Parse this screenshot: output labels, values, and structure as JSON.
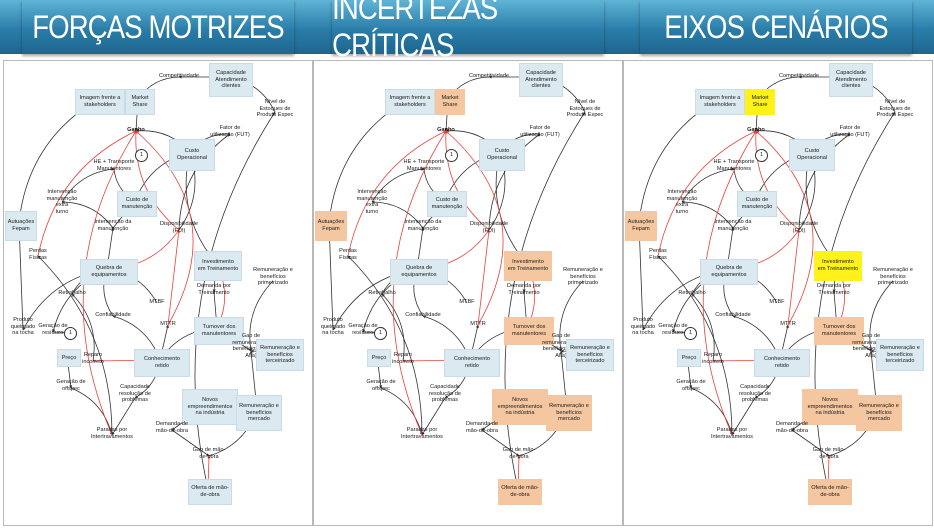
{
  "headers": [
    "FORÇAS MOTRIZES",
    "INCERTEZAS CRÍTICAS",
    "EIXOS CENÁRIOS"
  ],
  "colors": {
    "header": "#2a7da8",
    "box_default": "#dbe9f1",
    "box_uncertainty": "#f5c7a0",
    "box_axis": "#fff21a",
    "arrow_dark": "#333333",
    "arrow_red": "#e8423c"
  },
  "labels": {
    "competitividade": "Competitividade",
    "capacidade": "Capacidade\nAtendimento\nclientes",
    "imagem": "Imagem frente a\nstakeholders",
    "market": "Market\nShare",
    "nivel": "Nível de\nEstoques de\nProduto Espec",
    "ganho": "Ganho",
    "fator": "Fator de\nutilização (FUT)",
    "b1": "1",
    "custo": "Custo\nOperacional",
    "he": "HE + Transporte\nManutentores",
    "intervencao_extra": "Intervenção\nmanutenção extra\nturno",
    "custo_manut": "Custo de\nmanutenção",
    "autuacoes": "Autuações\nFepam",
    "intervencao_manut": "Intervenção da\nmanutenção",
    "disponibilidade": "Disponibilidade\n(FDI)",
    "perdas": "Perdas\nFísicas",
    "quebra": "Quebra de\nequipamentos",
    "investimento": "Investimento\nem Treinamento",
    "remun_primeirizado": "Remuneração e\nbenefícios\nprimeirizado",
    "retrabalho": "Retrabalho",
    "demanda_trein": "Demanda por\nTreinamento",
    "mtbf": "MTBF",
    "produto_queimado": "Produto\nqueimado\nna tocha",
    "geracao_residuos": "Geração de\nresíduos",
    "b2": "1",
    "confiabilidade": "Confiabilidade",
    "mttr": "MTTR",
    "turnover": "Turnover dos\nmanutentores",
    "gap_remun": "Gap de\nremuneração e\nbenefícios (em\nAlta)",
    "remun_terceirizado": "Remuneração e\nbenefícios\nterceirizado",
    "preco": "Preço",
    "reparo": "Reparo\nincorreto",
    "conhecimento": "Conhecimento\nretido",
    "geracao_offspec": "Geração de\noffspec",
    "capacidade_resolucao": "Capacidade\nresolução de\nproblemas",
    "novos": "Novos\nempreendimentos\nna indústria",
    "remun_mercado": "Remuneração e\nbenefícios\nmercado",
    "paradas": "Paradas por\nIntertravamentos",
    "demanda_mao": "Demanda de\nmão-de-obra",
    "gap_mao": "Gap de mão-\nde-obra",
    "oferta": "Oferta de mão-\nde-obra"
  },
  "panels": [
    {
      "name": "forcas-motrizes",
      "highlights": {}
    },
    {
      "name": "incertezas-criticas",
      "highlights": {
        "market": "#f5c7a0",
        "autuacoes": "#f5c7a0",
        "investimento": "#f5c7a0",
        "turnover": "#f5c7a0",
        "novos": "#f5c7a0",
        "remun_mercado": "#f5c7a0",
        "oferta": "#f5c7a0"
      }
    },
    {
      "name": "eixos-cenarios",
      "highlights": {
        "market": "#fff21a",
        "autuacoes": "#f5c7a0",
        "investimento": "#fff21a",
        "turnover": "#f5c7a0",
        "novos": "#f5c7a0",
        "remun_mercado": "#f5c7a0",
        "oferta": "#f5c7a0"
      }
    }
  ]
}
